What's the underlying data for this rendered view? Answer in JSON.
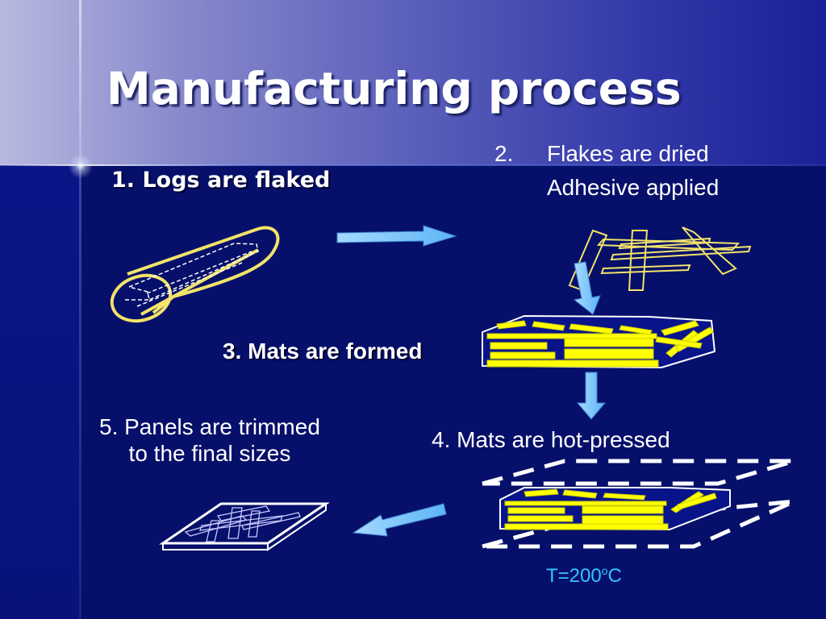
{
  "slide": {
    "title": "Manufacturing process",
    "steps": [
      {
        "text": "1. Logs are flaked"
      },
      {
        "number": "2.",
        "line1": "Flakes are dried",
        "line2": "Adhesive applied"
      },
      {
        "text": "3. Mats are formed"
      },
      {
        "text": "4. Mats are hot-pressed"
      },
      {
        "line1": "5. Panels are trimmed",
        "line2": "to the final sizes"
      }
    ],
    "temperature": {
      "prefix": "T=200",
      "superscript": "o",
      "unit": "C"
    }
  },
  "colors": {
    "background": "#06106a",
    "title_band": "#5a5fba",
    "flake_yellow": "#ffff00",
    "arrow_blue": "#88c8ff",
    "temperature_text": "#33c3ff",
    "text": "#ffffff"
  }
}
